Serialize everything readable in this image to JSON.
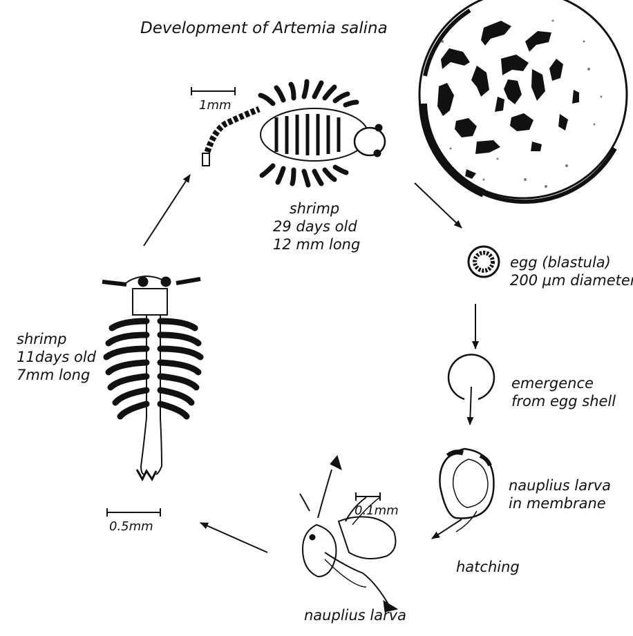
{
  "title": "Development of Artemia salina",
  "stages": {
    "shrimp_29": {
      "name": "shrimp",
      "age": "29 days old",
      "length": "12 mm long",
      "scale_label": "1mm"
    },
    "egg": {
      "name": "egg (blastula)",
      "size": "200 μm diameter"
    },
    "emergence": {
      "line1": "emergence",
      "line2": "from egg shell"
    },
    "nauplius_membrane": {
      "line1": "nauplius larva",
      "line2": "in membrane"
    },
    "hatching": {
      "label": "hatching"
    },
    "nauplius": {
      "name": "nauplius larva",
      "scale_label": "0.1mm"
    },
    "shrimp_11": {
      "name": "shrimp",
      "age": "11days old",
      "length": "7mm long",
      "scale_label": "0.5mm"
    }
  }
}
